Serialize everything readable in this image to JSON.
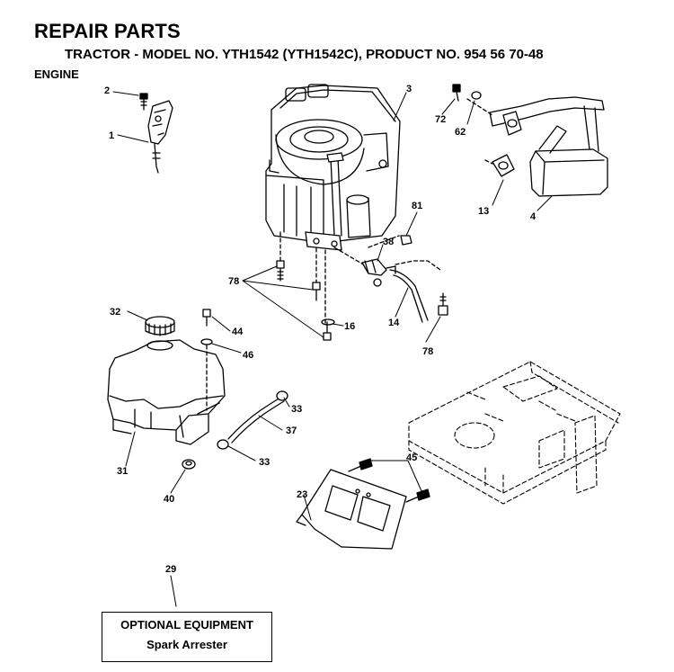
{
  "header": {
    "title": "REPAIR PARTS",
    "subtitle": "TRACTOR - MODEL NO. YTH1542 (YTH1542C), PRODUCT NO. 954 56 70-48",
    "section": "ENGINE"
  },
  "callouts": {
    "c1": "1",
    "c2": "2",
    "c3": "3",
    "c4": "4",
    "c13": "13",
    "c14": "14",
    "c16": "16",
    "c23": "23",
    "c29": "29",
    "c31": "31",
    "c32": "32",
    "c33a": "33",
    "c33b": "33",
    "c37": "37",
    "c38": "38",
    "c40": "40",
    "c44": "44",
    "c45": "45",
    "c46": "46",
    "c62": "62",
    "c72": "72",
    "c78a": "78",
    "c78b": "78",
    "c81": "81"
  },
  "optional": {
    "title": "OPTIONAL EQUIPMENT",
    "item": "Spark Arrester"
  }
}
